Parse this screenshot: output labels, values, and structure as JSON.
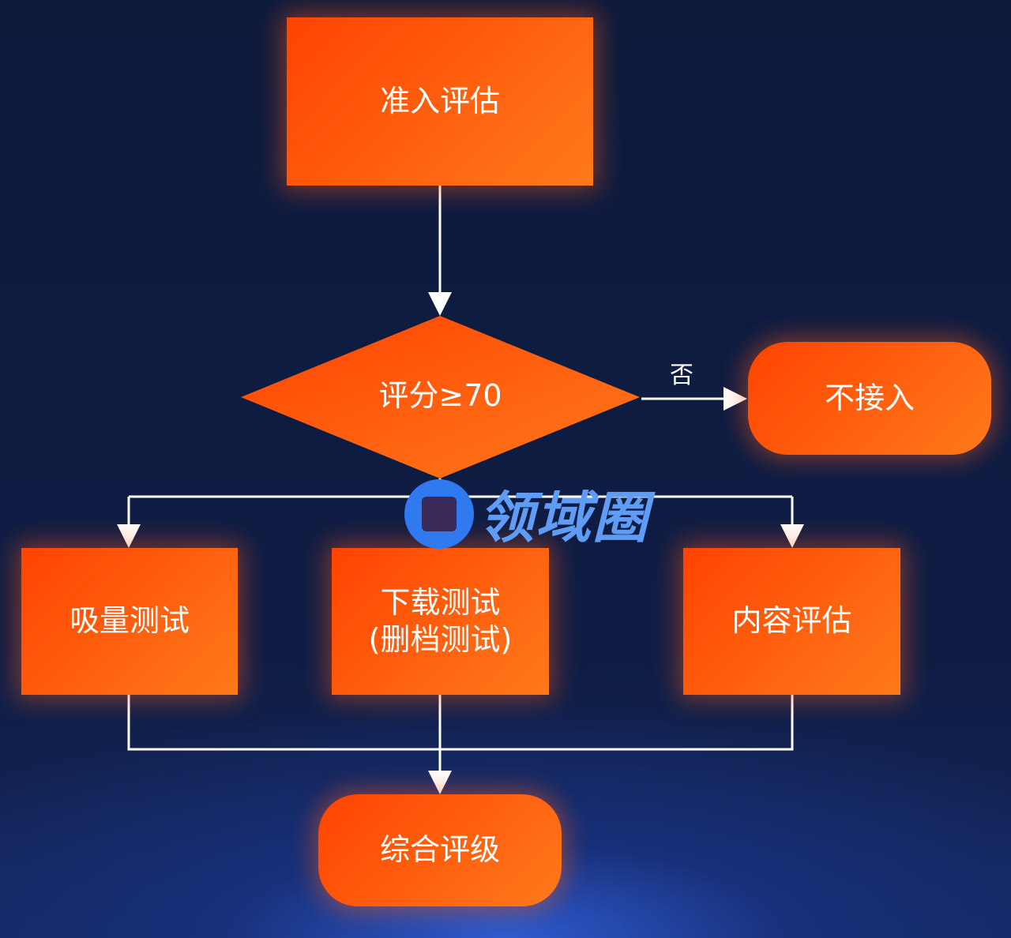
{
  "nodes": {
    "entry": "准入评估",
    "decision": "评分≥70",
    "reject": "不接入",
    "test1": "吸量测试",
    "test2_line1": "下载测试",
    "test2_line2": "(删档测试)",
    "test3": "内容评估",
    "final": "综合评级"
  },
  "edge_labels": {
    "no": "否"
  },
  "watermark": "领域圈",
  "colors": {
    "node": "#ff5a0a",
    "line": "#ffffff",
    "background": "#0e1a3c"
  }
}
